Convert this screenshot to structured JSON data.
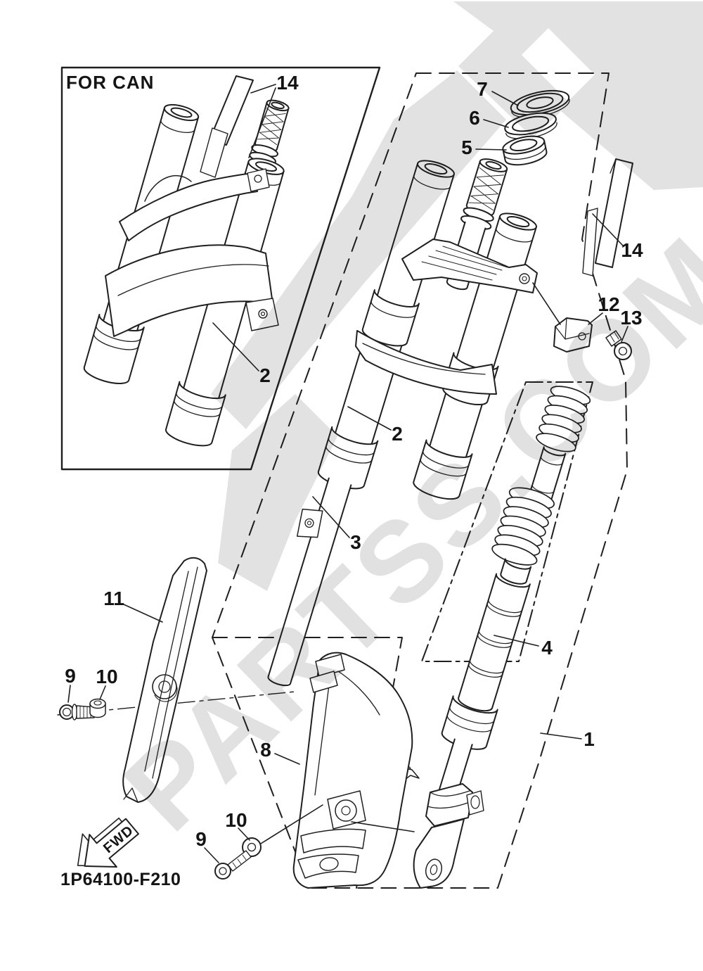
{
  "diagram": {
    "variant_label": "FOR CAN",
    "part_code": "1P64100-F210",
    "direction_label": "FWD",
    "watermark_text": "PARTSS.COM"
  },
  "callouts": [
    {
      "part": "14"
    },
    {
      "part": "7"
    },
    {
      "part": "6"
    },
    {
      "part": "5"
    },
    {
      "part": "14"
    },
    {
      "part": "12"
    },
    {
      "part": "13"
    },
    {
      "part": "2"
    },
    {
      "part": "2"
    },
    {
      "part": "3"
    },
    {
      "part": "11"
    },
    {
      "part": "9"
    },
    {
      "part": "10"
    },
    {
      "part": "4"
    },
    {
      "part": "1"
    },
    {
      "part": "8"
    },
    {
      "part": "10"
    },
    {
      "part": "9"
    }
  ]
}
